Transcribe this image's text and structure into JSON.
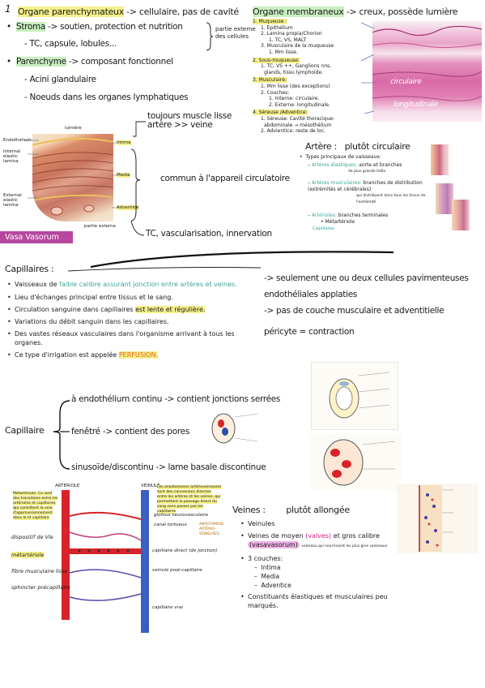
{
  "top_left": {
    "page_no": "1",
    "title_term": "Organe parenchymateux",
    "title_rest": " -> cellulaire, pas de cavité",
    "stroma_term": "Stroma",
    "stroma_rest": " -> soutien, protection et nutrition",
    "stroma_sub": "- TC, capsule, lobules...",
    "brace_note_1": "partie externe",
    "brace_note_2": "des cellules",
    "paren_term": "Parenchyme",
    "paren_rest": " -> composant fonctionnel",
    "paren_sub1": "- Acini glandulaire",
    "paren_sub2": "- Noeuds dans les organes lymphatiques"
  },
  "top_right": {
    "title_term": "Organe membraneux",
    "title_rest": " -> creux, possède lumière",
    "items": [
      {
        "head": "Muqueuse :",
        "subs": [
          "Epithélium",
          "Lamina propia/Chorion",
          "TC, VS, MALT",
          "Musculaire de la muqueuse",
          "Mm lisse."
        ]
      },
      {
        "head": "Sous-muqueuse:",
        "subs": [
          "TC, VS ++, Ganglions nns,",
          "glands, tissu lymphoïde."
        ]
      },
      {
        "head": "Musculaire:",
        "subs": [
          "Mm lisse (des exceptions)",
          "Couches:",
          "Interne: circulaire.",
          "Externe: longitudinale."
        ]
      },
      {
        "head": "Séreuse /Adventice:",
        "subs": [
          "Séreuse: Cavité thoracique-",
          "abdominale → mésothélium",
          "Advientice: reste de loc."
        ]
      }
    ],
    "micro_label_1": "circulaire",
    "micro_label_2": "longitudinale"
  },
  "vessel_fig": {
    "lumen": "lumière",
    "endothelium": "Endothelium",
    "internal_lamina": "Internal elastic lamina",
    "external_lamina": "External elastic lamina",
    "intima": "Intima",
    "media": "Media",
    "adventitia": "Adventice",
    "outer": "partie externe",
    "vasa": "Vasa Vasorum",
    "note_media_1": "toujours muscle lisse",
    "note_media_2": "artère >> veine",
    "note_common": "commun à l'appareil circulatoire",
    "note_adv": "TC, vascularisation, innervation"
  },
  "artere": {
    "title": "Artère :",
    "subtitle": "plutôt circulaire",
    "intro": "Types principaux de vaisseaux:",
    "elastic_term": "Artères élastiques:",
    "elastic_rest": " aorte et branches",
    "elastic_note": "de plus grande taille",
    "musc_term": "Artères musculaires:",
    "musc_rest": " branches de distribution (extrémités et cérébrales)",
    "musc_note": "qui distribuent dans tous les tissus de l'extrémité",
    "arteriole_term": "Artérioles:",
    "arteriole_rest": " branches terminales",
    "metart": "Métartériole",
    "capill": "Capillares"
  },
  "capillaires": {
    "title": "Capillaires :",
    "b1_a": "Vaisseaux de ",
    "b1_b": "faible calibre assurant jonction entre artères et veines.",
    "b2": "Lieu d'échanges principal entre tissus et le sang.",
    "b3_a": "Circulation sanguine dans capillaires ",
    "b3_b": "est lente et régulière.",
    "b4": "Variations du débit sanguin dans les capillaires.",
    "b5": "Des vastes réseaux vasculaires dans l'organisme arrivant à tous les organes.",
    "b6_a": "Ce type d'irrigation est appelée ",
    "b6_b": "PERFUSION.",
    "r1": "-> seulement une ou deux cellules pavimenteuses",
    "r2": "endothéliales applaties",
    "r3": "-> pas de couche musculaire et adventitielle",
    "r4": "péricyte = contraction"
  },
  "capillaire_types": {
    "label": "Capillaire",
    "t1": "à endothélium continu -> contient jonctions serrées",
    "t2": "fenêtré -> contient des pores",
    "t3": "sinusoïde/discontinu -> lame basale discontinue"
  },
  "network": {
    "art_label": "ARTERIOLE",
    "vein_label": "VEINULE",
    "left_note": "Métartériole: Ce sont des transitions entre les artérioles et capillaires qui contrôlent la voie d'approvisionnement dans le lit capillaire",
    "right_note": "Les anastomoses artérioveineuses sont des connexions directes entre les artères et les veines, qui permettent le passage direct du sang sans passer par les capillaires",
    "l1": "dispositif de Vle",
    "l2": "métartériole",
    "l3": "fibre musculaire lisse",
    "l4": "sphincter précapillaire",
    "r1": "glomus neurovasculaire",
    "r2": "canal tortueux",
    "r3": "capillaire direct (de jonction)",
    "r4": "veinule post-capillaire",
    "r5": "capillaire vrai",
    "tag": "ANASTOMOSES ARTÉRIO-VEINEUSES"
  },
  "veines": {
    "title": "Veines :",
    "subtitle": "plutôt allongée",
    "b1": "Veinules",
    "b2_a": "Veines de moyen ",
    "b2_b": "(valves)",
    "b2_c": " et gros calibre",
    "b2_d": "(vasavasorum)",
    "b2_note": "vaisseau qui nourrissent les plus gros vaisseaux",
    "b3": "3 couches:",
    "c1": "Intima",
    "c2": "Media",
    "c3": "Adventice",
    "b4": "Constituants élastiques et musculaires peu marqués."
  },
  "colors": {
    "highlight_yellow": "#f5f08a",
    "highlight_green": "#c9efc0",
    "highlight_pink": "#f0b4e6",
    "vasa_box": "#b5479e"
  }
}
